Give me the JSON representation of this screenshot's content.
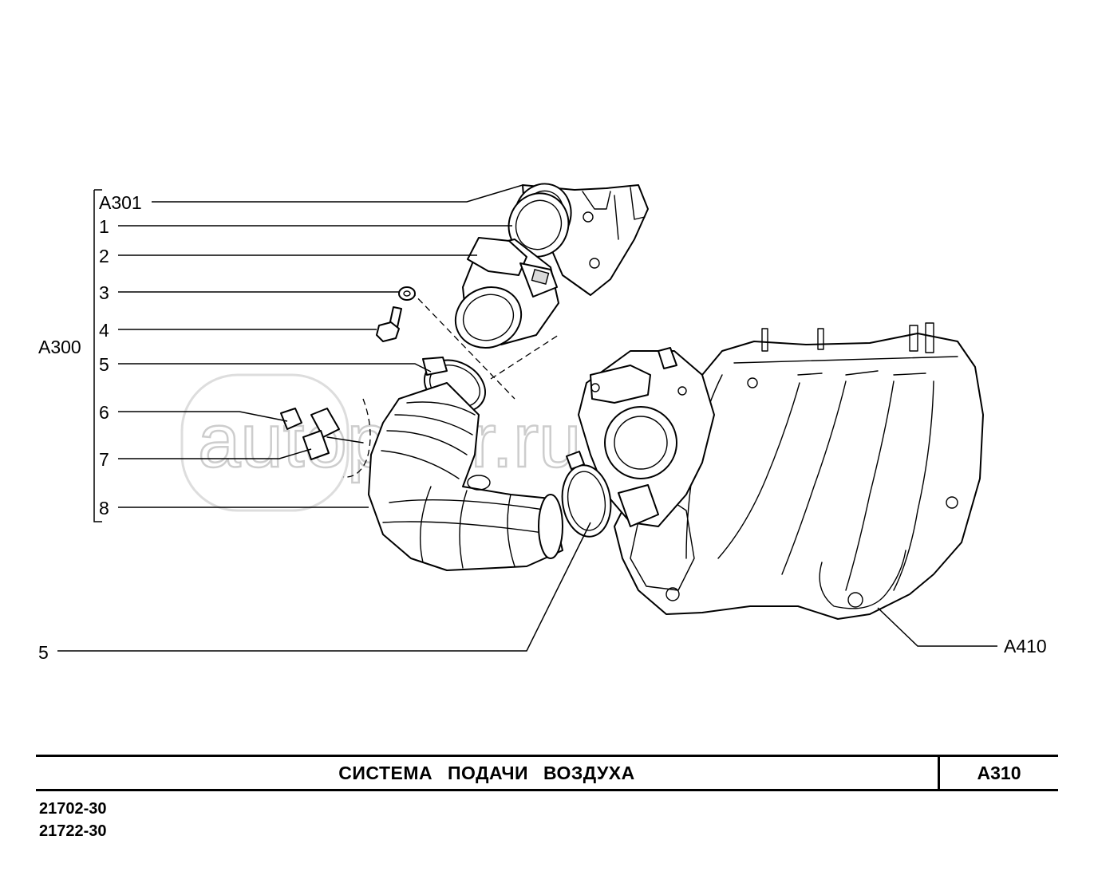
{
  "title": {
    "name": "СИСТЕМА   ПОДАЧИ   ВОЗДУХА",
    "code": "А310"
  },
  "models": [
    "21702-30",
    "21722-30"
  ],
  "watermark": "autopiter.ru",
  "callouts": {
    "a301": "А301",
    "p1": "1",
    "p2": "2",
    "p3": "3",
    "p4": "4",
    "p5": "5",
    "p6": "6",
    "p7": "7",
    "p8": "8",
    "a300": "А300",
    "p5b": "5",
    "a410": "А410"
  }
}
